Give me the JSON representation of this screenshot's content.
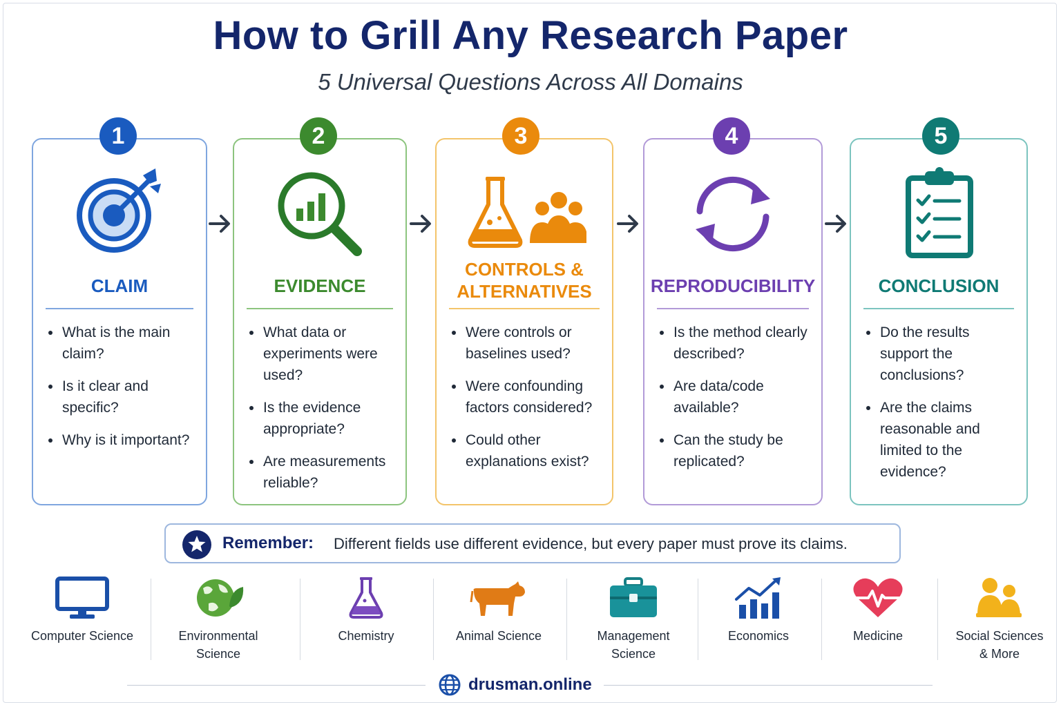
{
  "header": {
    "title": "How to Grill Any Research Paper",
    "subtitle": "5 Universal Questions Across All Domains"
  },
  "steps": [
    {
      "number": "1",
      "title_lines": [
        "CLAIM"
      ],
      "color": "#1a5bbf",
      "icon": "target-icon",
      "questions": [
        "What is the main claim?",
        "Is it clear and specific?",
        "Why is it important?"
      ]
    },
    {
      "number": "2",
      "title_lines": [
        "EVIDENCE"
      ],
      "color": "#3c8a2e",
      "icon": "magnifier-chart-icon",
      "questions": [
        "What data or experiments were used?",
        "Is the evidence appropriate?",
        "Are measurements reliable?"
      ]
    },
    {
      "number": "3",
      "title_lines": [
        "CONTROLS &",
        "ALTERNATIVES"
      ],
      "color": "#ea8a0c",
      "icon": "flask-people-icon",
      "questions": [
        "Were controls or baselines used?",
        "Were confounding factors considered?",
        "Could other explanations exist?"
      ]
    },
    {
      "number": "4",
      "title_lines": [
        "REPRODUCIBILITY"
      ],
      "color": "#6c3fb0",
      "icon": "refresh-cycle-icon",
      "questions": [
        "Is the method clearly described?",
        "Are data/code available?",
        "Can the study be replicated?"
      ]
    },
    {
      "number": "5",
      "title_lines": [
        "CONCLUSION"
      ],
      "color": "#0f7a74",
      "icon": "clipboard-checklist-icon",
      "questions": [
        "Do the results support the conclusions?",
        "Are the claims reasonable and limited to the evidence?"
      ]
    }
  ],
  "remember": {
    "label": "Remember:",
    "text": "Different fields use different evidence, but every paper must prove its claims."
  },
  "domains": [
    {
      "lines": [
        "Computer Science"
      ],
      "icon": "monitor-icon"
    },
    {
      "lines": [
        "Environmental",
        "Science"
      ],
      "icon": "globe-leaf-icon"
    },
    {
      "lines": [
        "Chemistry"
      ],
      "icon": "flask-icon"
    },
    {
      "lines": [
        "Animal Science"
      ],
      "icon": "cow-icon"
    },
    {
      "lines": [
        "Management",
        "Science"
      ],
      "icon": "briefcase-icon"
    },
    {
      "lines": [
        "Economics"
      ],
      "icon": "growth-chart-icon"
    },
    {
      "lines": [
        "Medicine"
      ],
      "icon": "heartbeat-icon"
    },
    {
      "lines": [
        "Social Sciences",
        "& More"
      ],
      "icon": "people-group-icon"
    }
  ],
  "footer": {
    "site": "drusman.online"
  }
}
